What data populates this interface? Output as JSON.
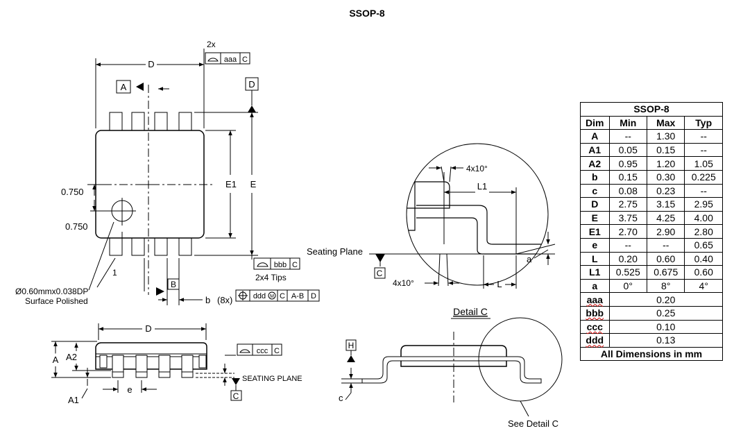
{
  "title": "SSOP-8",
  "top_view": {
    "label_D": "D",
    "label_E": "E",
    "label_E1": "E1",
    "label_2x": "2x",
    "fcf_top": [
      "aaa",
      "C"
    ],
    "datum_A": "A",
    "datum_B": "B",
    "datum_D": "D",
    "dim_0750_h": "0.750",
    "dim_0750_v": "0.750",
    "pin1": "1",
    "hole_note_1": "Ø0.60mmx0.038DP",
    "hole_note_2": "Surface Polished",
    "fcf_tips": [
      "bbb",
      "C"
    ],
    "tips_note": "2x4 Tips",
    "b_label": "b",
    "b_mult": "(8x)",
    "fcf_b": [
      "ddd",
      "C",
      "A-B",
      "D"
    ],
    "fcf_b_modifier": "M"
  },
  "side_view": {
    "label_D": "D",
    "label_A": "A",
    "label_A2": "A2",
    "label_A1": "A1",
    "label_e": "e",
    "fcf_ccc": [
      "ccc",
      "C"
    ],
    "seating_plane": "SEATING PLANE",
    "datum_C": "C"
  },
  "detail_view": {
    "angle_top": "4x10°",
    "angle_bottom": "4x10°",
    "label_L1": "L1",
    "label_L": "L",
    "label_a": "a",
    "seating_plane": "Seating Plane",
    "datum_C": "C",
    "caption": "Detail C"
  },
  "end_view": {
    "datum_H": "H",
    "label_c": "c",
    "see_detail": "See Detail C"
  },
  "table": {
    "title": "SSOP-8",
    "headers": [
      "Dim",
      "Min",
      "Max",
      "Typ"
    ],
    "rows": [
      {
        "dim": "A",
        "min": "--",
        "max": "1.30",
        "typ": "--"
      },
      {
        "dim": "A1",
        "min": "0.05",
        "max": "0.15",
        "typ": "--"
      },
      {
        "dim": "A2",
        "min": "0.95",
        "max": "1.20",
        "typ": "1.05"
      },
      {
        "dim": "b",
        "min": "0.15",
        "max": "0.30",
        "typ": "0.225"
      },
      {
        "dim": "c",
        "min": "0.08",
        "max": "0.23",
        "typ": "--"
      },
      {
        "dim": "D",
        "min": "2.75",
        "max": "3.15",
        "typ": "2.95"
      },
      {
        "dim": "E",
        "min": "3.75",
        "max": "4.25",
        "typ": "4.00"
      },
      {
        "dim": "E1",
        "min": "2.70",
        "max": "2.90",
        "typ": "2.80"
      },
      {
        "dim": "e",
        "min": "--",
        "max": "--",
        "typ": "0.65"
      },
      {
        "dim": "L",
        "min": "0.20",
        "max": "0.60",
        "typ": "0.40"
      },
      {
        "dim": "L1",
        "min": "0.525",
        "max": "0.675",
        "typ": "0.60"
      },
      {
        "dim": "a",
        "min": "0°",
        "max": "8°",
        "typ": "4°"
      }
    ],
    "tolerances": [
      {
        "dim": "aaa",
        "value": "0.20"
      },
      {
        "dim": "bbb",
        "value": "0.25"
      },
      {
        "dim": "ccc",
        "value": "0.10"
      },
      {
        "dim": "ddd",
        "value": "0.13"
      }
    ],
    "footer": "All Dimensions in mm"
  }
}
